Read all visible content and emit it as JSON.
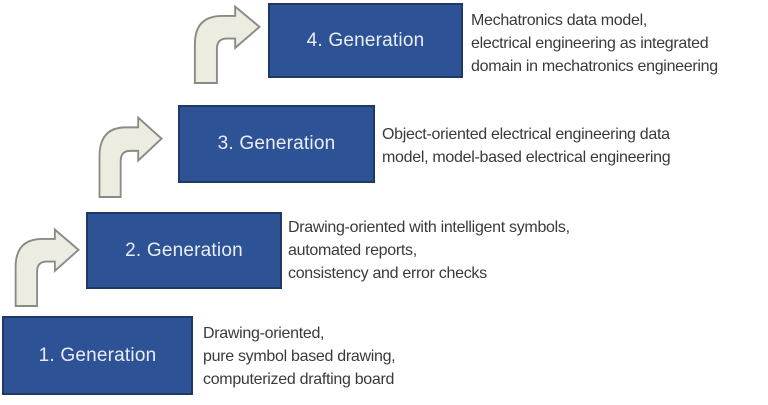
{
  "diagram": {
    "title": "CAE generations staircase diagram",
    "colors": {
      "background": "#ffffff",
      "box_fill": "#2E5296",
      "box_border": "#1F3864",
      "box_text": "#E9EDF6",
      "arrow_fill": "#EDECE0",
      "arrow_stroke": "#8B8B86",
      "body_text": "#3A3A3A"
    },
    "generations": [
      {
        "label": "1. Generation",
        "description": "Drawing-oriented,\npure symbol based drawing,\ncomputerized drafting board"
      },
      {
        "label": "2. Generation",
        "description": "Drawing-oriented with intelligent symbols,\nautomated reports,\nconsistency and error checks"
      },
      {
        "label": "3. Generation",
        "description": "Object-oriented electrical engineering data\nmodel, model-based electrical engineering"
      },
      {
        "label": "4. Generation",
        "description": "Mechatronics data model,\nelectrical engineering as integrated\ndomain in mechatronics engineering"
      }
    ]
  }
}
